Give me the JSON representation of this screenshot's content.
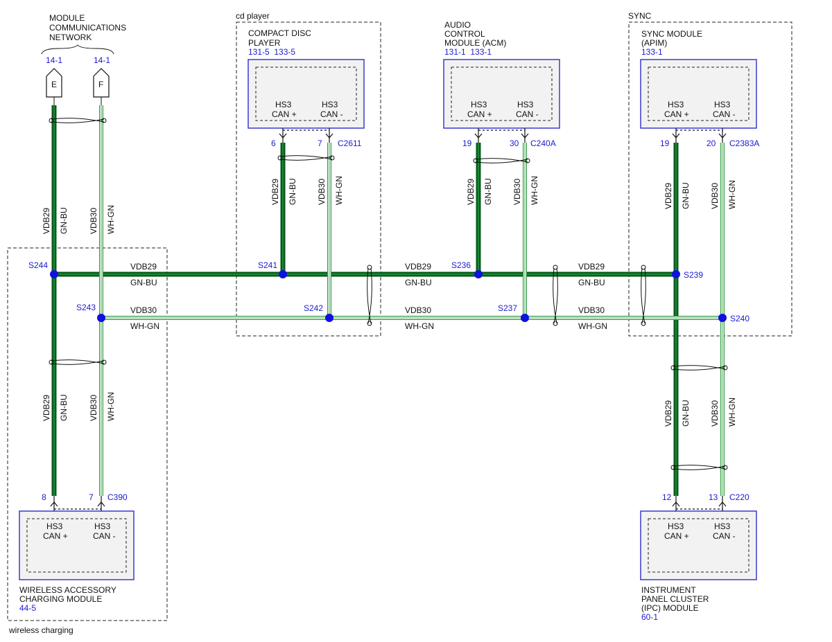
{
  "colors": {
    "wire_gnbu": "#0a5a1e",
    "wire_gnbu_stripe": "#1e9a3a",
    "wire_whgn_outer": "#2f9a40",
    "splice": "#1010e0",
    "module_border": "#3a3ad0",
    "module_fill": "#f2f2f2",
    "ref_text": "#1a1ad0"
  },
  "network": {
    "title_lines": [
      "MODULE",
      "COMMUNICATIONS",
      "NETWORK"
    ],
    "ref_e": "14-1",
    "ref_f": "14-1",
    "conn_e": "E",
    "conn_f": "F"
  },
  "groups": {
    "cd_player": "cd player",
    "sync": "SYNC",
    "wireless": "wireless charging"
  },
  "modules": {
    "cd": {
      "name_lines": [
        "COMPACT DISC",
        "PLAYER"
      ],
      "ref": "131-5  133-5",
      "connector": "C2611",
      "pin_plus": "6",
      "pin_minus": "7"
    },
    "acm": {
      "name_lines": [
        "AUDIO",
        "CONTROL",
        "MODULE (ACM)"
      ],
      "ref": "131-1  133-1",
      "connector": "C240A",
      "pin_plus": "19",
      "pin_minus": "30"
    },
    "apim": {
      "name_lines": [
        "SYNC MODULE",
        "(APIM)"
      ],
      "ref": "133-1",
      "connector": "C2383A",
      "pin_plus": "19",
      "pin_minus": "20"
    },
    "wacm": {
      "name_lines": [
        "WIRELESS ACCESSORY",
        "CHARGING MODULE"
      ],
      "ref": "44-5",
      "connector": "C390",
      "pin_plus": "8",
      "pin_minus": "7"
    },
    "ipc": {
      "name_lines": [
        "INSTRUMENT",
        "PANEL CLUSTER",
        "(IPC) MODULE"
      ],
      "ref": "60-1",
      "connector": "C220",
      "pin_plus": "12",
      "pin_minus": "13"
    }
  },
  "pins": {
    "hs3": "HS3",
    "can_plus": "CAN +",
    "can_minus": "CAN -"
  },
  "wires": {
    "circuit_plus": "VDB29",
    "color_plus": "GN-BU",
    "circuit_minus": "VDB30",
    "color_minus": "WH-GN"
  },
  "splices": {
    "s244": "S244",
    "s243": "S243",
    "s241": "S241",
    "s242": "S242",
    "s236": "S236",
    "s237": "S237",
    "s239": "S239",
    "s240": "S240"
  }
}
